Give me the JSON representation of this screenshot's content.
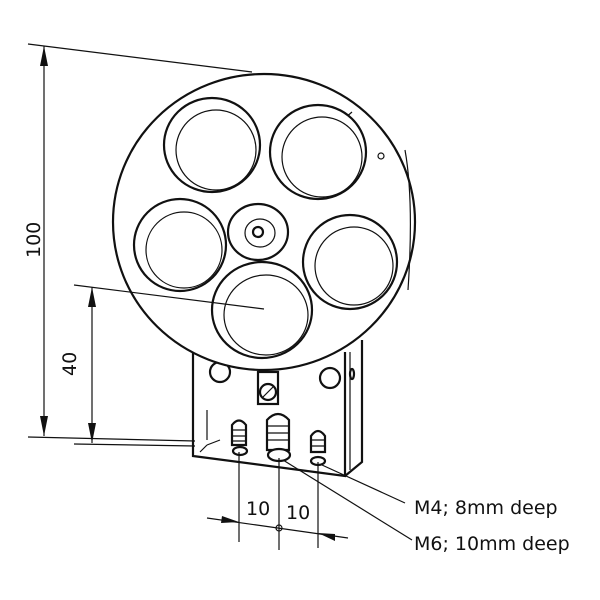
{
  "dimensions": {
    "overall_height": "100",
    "axis_height": "40",
    "hole_spacing_left": "10",
    "hole_spacing_right": "10"
  },
  "callouts": {
    "m4": "M4; 8mm deep",
    "m6": "M6; 10mm deep"
  }
}
